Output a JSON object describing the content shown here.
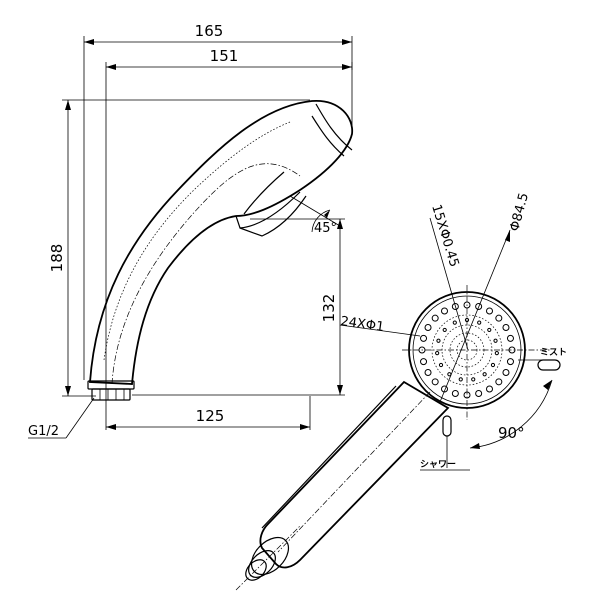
{
  "dimensions": {
    "overall_width": "165",
    "head_width": "151",
    "overall_height": "188",
    "head_to_inlet_height": "132",
    "inlet_offset": "125",
    "spray_angle": "45°",
    "connection_thread": "G1/2"
  },
  "face_view": {
    "fine_nozzles": "15XΦ0.45",
    "face_diameter": "Φ84.5",
    "outer_nozzles": "24XΦ1",
    "mist_label": "ミスト",
    "shower_label": "シャワー",
    "switch_angle": "90°"
  }
}
